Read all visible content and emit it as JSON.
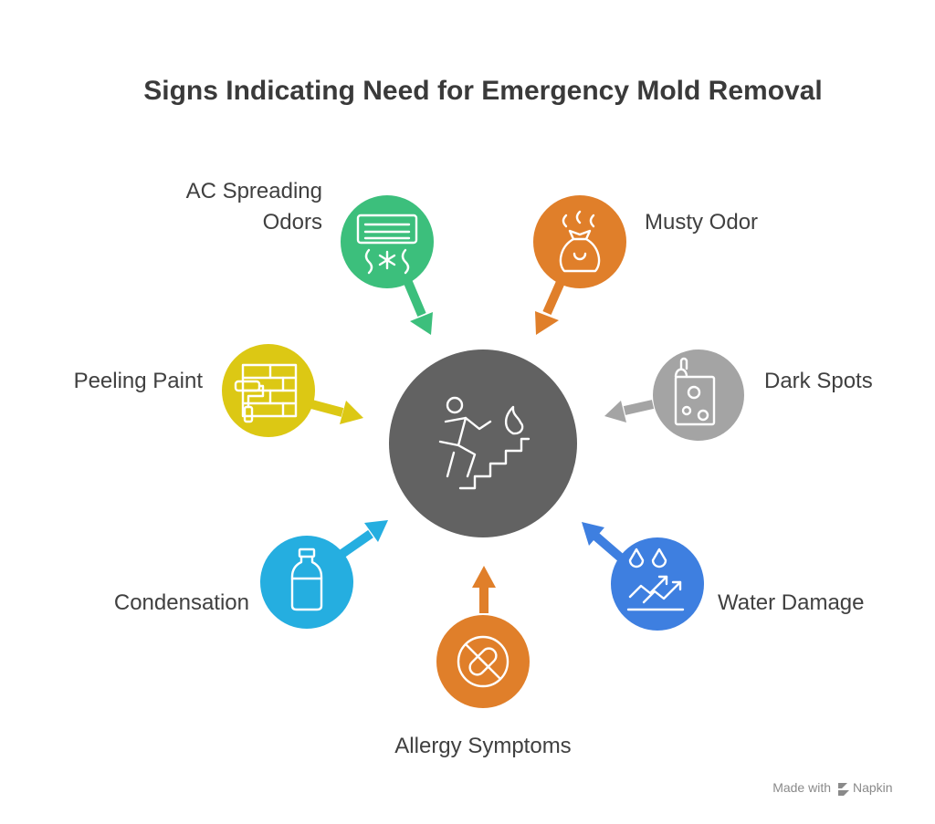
{
  "title": "Signs Indicating Need for Emergency Mold Removal",
  "center": {
    "icon": "person-climbing-stairs-with-flame-icon",
    "color": "#626262"
  },
  "signs": [
    {
      "id": "ac",
      "label_lines": [
        "AC Spreading",
        "Odors"
      ],
      "icon": "air-conditioner-icon",
      "color": "#3cbf7c"
    },
    {
      "id": "musty",
      "label_lines": [
        "Musty Odor"
      ],
      "icon": "smelly-bag-icon",
      "color": "#e07f2a"
    },
    {
      "id": "dark",
      "label_lines": [
        "Dark Spots"
      ],
      "icon": "spotted-scroll-icon",
      "color": "#a4a4a4"
    },
    {
      "id": "water",
      "label_lines": [
        "Water Damage"
      ],
      "icon": "water-drops-rising-icon",
      "color": "#3e7fe0"
    },
    {
      "id": "allergy",
      "label_lines": [
        "Allergy Symptoms"
      ],
      "icon": "no-pill-icon",
      "color": "#e07f2a"
    },
    {
      "id": "condensation",
      "label_lines": [
        "Condensation"
      ],
      "icon": "bottle-icon",
      "color": "#25aee0"
    },
    {
      "id": "paint",
      "label_lines": [
        "Peeling Paint"
      ],
      "icon": "paint-roller-wall-icon",
      "color": "#dcc814"
    }
  ],
  "footer": {
    "made_with": "Made with",
    "brand": "Napkin",
    "icon": "napkin-logo-icon"
  }
}
